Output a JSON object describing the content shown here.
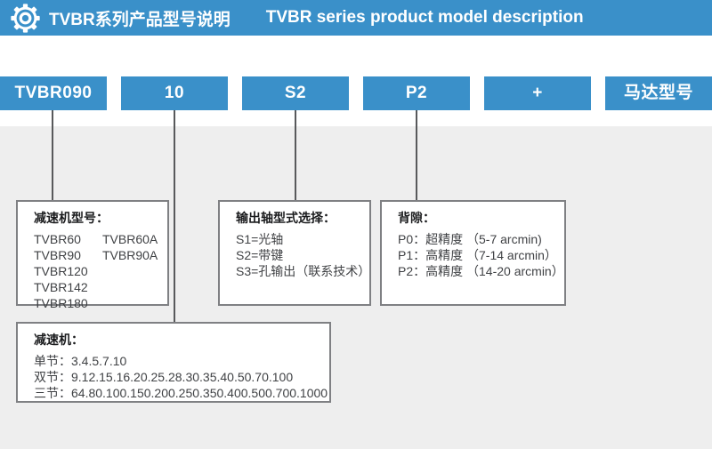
{
  "header": {
    "title_zh": "TVBR系列产品型号说明",
    "title_en": "TVBR series product model description"
  },
  "model_boxes": [
    {
      "label": "TVBR090"
    },
    {
      "label": "10"
    },
    {
      "label": "S2"
    },
    {
      "label": "P2"
    },
    {
      "label": "+"
    },
    {
      "label": "马达型号"
    }
  ],
  "info_boxes": {
    "gearbox_model": {
      "title": "减速机型号：",
      "rows": [
        [
          "TVBR60",
          "TVBR60A"
        ],
        [
          "TVBR90",
          "TVBR90A"
        ],
        [
          "TVBR120",
          ""
        ],
        [
          "TVBR142",
          ""
        ],
        [
          "TVBR180",
          ""
        ]
      ]
    },
    "output_shaft": {
      "title": "输出轴型式选择：",
      "items": [
        "S1=光轴",
        "S2=带键",
        "S3=孔输出（联系技术）"
      ]
    },
    "backlash": {
      "title": "背隙：",
      "items": [
        "P0：超精度 （5-7 arcmin)",
        "P1：高精度 （7-14 arcmin）",
        "P2：高精度 （14-20 arcmin）"
      ]
    },
    "ratio": {
      "title": "减速机：",
      "items": [
        "单节：3.4.5.7.10",
        "双节：9.12.15.16.20.25.28.30.35.40.50.70.100",
        "三节：64.80.100.150.200.250.350.400.500.700.1000"
      ]
    }
  },
  "icons": {
    "gear": "gear-icon"
  },
  "colors": {
    "accent_blue": "#3a90c9",
    "panel_gray": "#eeeeee",
    "line_gray": "#58595b",
    "box_border": "#7f8083",
    "text_dark": "#404245",
    "text_white": "#ffffff"
  }
}
